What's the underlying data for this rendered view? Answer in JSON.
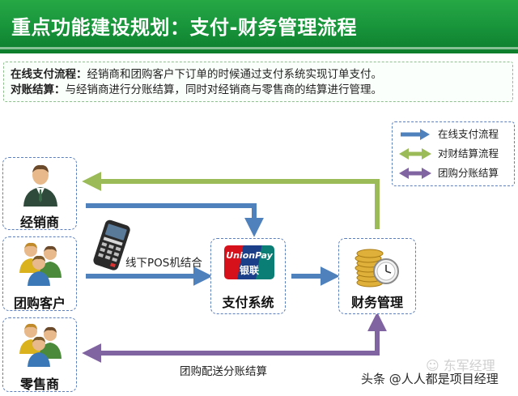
{
  "header": {
    "title": "重点功能建设规划：支付-财务管理流程"
  },
  "description": {
    "line1": {
      "term": "在线支付流程",
      "sep": "：",
      "text": "经销商和团购客户下订单的时候通过支付系统实现订单支付。"
    },
    "line2": {
      "term": "对账结算",
      "sep": "：",
      "text": "与经销商进行分账结算，同时对经销商与零售商的结算进行管理。"
    }
  },
  "nodes": {
    "dealer": "经销商",
    "group_customer": "团购客户",
    "retailer": "零售商",
    "payment_system": "支付系统",
    "finance": "财务管理"
  },
  "logos": {
    "unionpay_top": "UnionPay",
    "unionpay_bottom": "银联"
  },
  "legend": {
    "items": [
      {
        "label": "在线支付流程",
        "color": "#4f81bd"
      },
      {
        "label": "对财结算流程",
        "color": "#9bbb59"
      },
      {
        "label": "团购分账结算",
        "color": "#8064a2"
      }
    ]
  },
  "edge_labels": {
    "pos": "线下POS机结合",
    "group_settlement": "团购配送分账结算"
  },
  "watermark": {
    "text": "头条 @人人都是项目经理",
    "faint": "☺ 东军经理"
  }
}
